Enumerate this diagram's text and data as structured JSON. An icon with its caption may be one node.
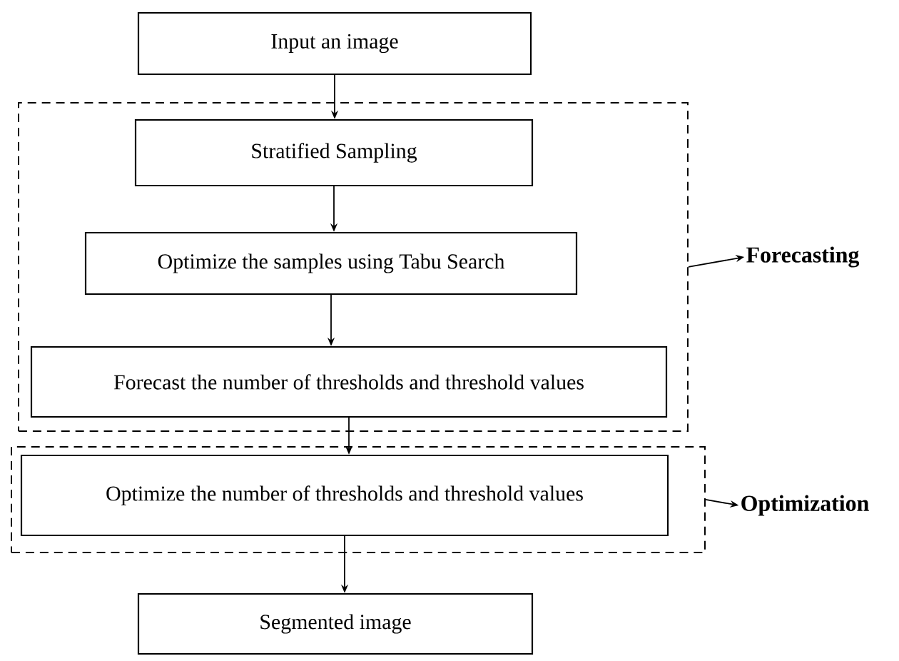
{
  "diagram": {
    "nodes": [
      {
        "text": [
          "Input an image"
        ]
      },
      {
        "text": [],
        "shape": "box"
      },
      {
        "text": [
          "Stratified Sampling"
        ],
        "in": 1
      },
      {
        "text": [
          "Optimize the samples using Tabu Search"
        ],
        "in": 1
      },
      {
        "text": [
          "Forecast the number of thresholds and threshold values"
        ],
        "in": 1
      },
      {
        "text": [
          "Forecasting"
        ]
      },
      {
        "text": [],
        "shape": "box"
      },
      {
        "text": [
          "Optimize the number of thresholds and threshold values"
        ],
        "in": 6
      },
      {
        "text": [
          "Optimization"
        ]
      },
      {
        "text": [
          "Segmented image"
        ]
      }
    ],
    "edges": [
      {
        "from": 0,
        "to": 2,
        "arrow": "to"
      },
      {
        "from": 2,
        "to": 3,
        "arrow": "to"
      },
      {
        "from": 3,
        "to": 4,
        "arrow": "to"
      },
      {
        "from": 4,
        "to": 7,
        "arrow": "to"
      },
      {
        "from": 7,
        "to": 9,
        "arrow": "to"
      },
      {
        "from": 1,
        "to": 5,
        "arrow": "to"
      },
      {
        "from": 6,
        "to": 8,
        "arrow": "to"
      }
    ]
  }
}
